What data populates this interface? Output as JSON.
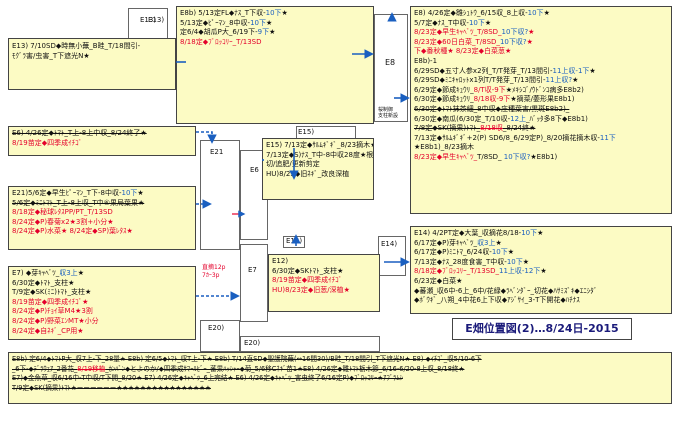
{
  "title": "E畑位置図(2)…8/24日-2015",
  "plot_labels": {
    "e13": "E13)",
    "e13b": "E13)",
    "e8": "E8",
    "e8_note": "桜制御\n支柱新設",
    "e15": "E15)",
    "e21": "E21",
    "e6": "E6",
    "e7": "E7",
    "e12": "E12)",
    "e14": "E14)",
    "e20": "E20)",
    "e20b": "E20)"
  },
  "side_tag": "直摘12p\n7ｶｰ3p",
  "boxes": {
    "e13_left": [
      [
        {
          "t": "E13) 7/10SD◆時無小蕪_B畦_T/18間引-"
        }
      ],
      [
        {
          "t": "ﾓｸﾞﾗ害/虫害_T下遮光N★"
        }
      ]
    ],
    "e8b_top": [
      [
        {
          "t": "E8b) 5/13定FL◆ﾅｽ_T下収-"
        },
        {
          "t": "10下",
          "c": "blue"
        },
        {
          "t": "★"
        }
      ],
      [
        {
          "t": "5/13定◆ﾋﾟｰﾏﾝ_8中収-"
        },
        {
          "t": "10下",
          "c": "blue"
        },
        {
          "t": "★"
        }
      ],
      [
        {
          "t": "定6/4◆胡瓜P大_6/19下-"
        },
        {
          "t": "9下",
          "c": "blue"
        },
        {
          "t": "★"
        }
      ],
      [
        {
          "t": "8/18定◆ﾌﾞﾛｯｺﾘｰ_T/13SD",
          "c": "red"
        }
      ]
    ],
    "e8_right": [
      [
        {
          "t": "E8) 4/26定◆雛ｼｭﾄｳ_6/15収_8上収-"
        },
        {
          "t": "10下",
          "c": "blue"
        },
        {
          "t": "★"
        }
      ],
      [
        {
          "t": "5/7定◆ﾅｽ_T中収-"
        },
        {
          "t": "10下",
          "c": "blue"
        },
        {
          "t": "★"
        }
      ],
      [
        {
          "t": "8/23定◆早生ｷｬﾍﾞﾂ_T/8SD_",
          "c": "red"
        },
        {
          "t": "10下収?",
          "c": "blue"
        },
        {
          "t": "★",
          "c": "red"
        }
      ],
      [
        {
          "t": "8/23定◆60日白菜_T/8SD_",
          "c": "red"
        },
        {
          "t": "10下収?",
          "c": "blue"
        },
        {
          "t": "★",
          "c": "red"
        }
      ],
      [
        {
          "t": "下◆番秋種★    8/23定◆白菜葱★",
          "c": "red"
        }
      ],
      [
        {
          "t": "E8b)-1"
        }
      ],
      [
        {
          "t": "6/29SD◆五寸人参x2列_T/T発芽_T/13間引-"
        },
        {
          "t": "11上収-1下",
          "c": "blue"
        },
        {
          "t": "★"
        }
      ],
      [
        {
          "t": "6/29SD◆ﾐﾆｷｬﾛｯﾄx1列T/T発芽_T/13間引-"
        },
        {
          "t": "11上収?",
          "c": "blue"
        },
        {
          "t": "★"
        }
      ],
      [
        {
          "t": "6/29定◆節成ｷｭｳﾘ_"
        },
        {
          "t": "8/T収-9下",
          "c": "red"
        },
        {
          "t": "★ﾒｷｼｺﾞ/ｳﾄﾞﾝｺ病多E8b2)"
        }
      ],
      [
        {
          "t": "6/30定◆節成ｷｭｳﾘ_"
        },
        {
          "t": "8/18収-9下",
          "c": "red"
        },
        {
          "t": "★摘菜/萎形果E8b1)"
        }
      ],
      [
        {
          "t": "6/30定◆ﾄﾏﾄ抹茶細_8中収◆庄種葉害/黒斑E8b2)_",
          "s": true
        }
      ],
      [
        {
          "t": "6/30定◆南瓜(6/30定_T/10収-"
        },
        {
          "t": "12上",
          "c": "blue"
        },
        {
          "t": "_ﾊﾞｯﾀ多8下◆E8b1)"
        }
      ],
      [
        {
          "t": "7/8定◆SK(摘果)ﾄﾏﾄ_",
          "s": true
        },
        {
          "t": "8/18収",
          "c": "red",
          "s": true
        },
        {
          "t": "_8/24終★",
          "s": true
        }
      ],
      [
        {
          "t": "7/13定◆ｻﾙﾑｷﾞｷﾞ+2(P) SD6/8_6/29定P)_8/20摘花摘木収-"
        },
        {
          "t": "11下",
          "c": "blue"
        }
      ],
      [
        {
          "t": "★E8b1)_8/23摘木"
        }
      ],
      [
        {
          "t": "8/23定◆早生ｷｬﾍﾞﾂ_",
          "c": "red"
        },
        {
          "t": "T/8SD_ "
        },
        {
          "t": "10下収?",
          "c": "blue"
        },
        {
          "t": "★E8b1)"
        }
      ]
    ],
    "e6_left": [
      [
        {
          "t": "E6) 4/26定◆ﾄﾏﾄ_T上-8上中収_8/24終了★",
          "s": true
        }
      ],
      [
        {
          "t": "8/19苗定◆四季成ｲﾁｺﾞ",
          "c": "red"
        }
      ]
    ],
    "e15_mid": [
      [
        {
          "t": "E15) 7/13定◆ｻﾙﾑｷﾞｷﾞ_8/23摘木★"
        }
      ],
      [
        {
          "t": "7/13定◆S)ﾅｽ_T中-8中収28度★根"
        }
      ],
      [
        {
          "t": "切/追肥/更新剪定"
        }
      ],
      [
        {
          "t": "HU)8/23◆旧ﾈｷﾞ_改良深植"
        }
      ]
    ],
    "e21_left": [
      [
        {
          "t": "E21)5/6定◆早生ﾋﾟｰﾏﾝ_T下-8中収-"
        },
        {
          "t": "10下",
          "c": "blue"
        },
        {
          "t": "★"
        }
      ],
      [
        {
          "t": "5/6定◆ﾐﾆﾄﾏﾄ_T上-8上収_T中⑥果局葉果★",
          "s": true
        }
      ],
      [
        {
          "t": "8/18定◆秘球ﾚﾀｽPP/PT_T/13SD",
          "c": "red"
        }
      ],
      [
        {
          "t": "8/24定◆P)春菊x2★3割+小分★",
          "c": "red"
        }
      ],
      [
        {
          "t": "8/24定◆P)水菜★  8/24定◆SP)葉ﾚﾀｽ★",
          "c": "red"
        }
      ]
    ],
    "e7_left": [
      [
        {
          "t": "E7) ◆芽ｷｬﾍﾞﾂ_"
        },
        {
          "t": "収3上",
          "c": "blue"
        },
        {
          "t": "★"
        }
      ],
      [
        {
          "t": "6/30定◆ﾄﾏﾄ_支柱★"
        }
      ],
      [
        {
          "t": "T/9定◆SK(ﾐﾆ)ﾄﾏﾄ_支柱★"
        }
      ],
      [
        {
          "t": "8/19苗定◆四季成ｲﾁｺﾞ★",
          "c": "red"
        }
      ],
      [
        {
          "t": "8/24定◆P)ﾁｮｲ草M4★3割",
          "c": "red"
        }
      ],
      [
        {
          "t": "8/24定◆P)野菜ｴﾝMT★小分",
          "c": "red"
        }
      ],
      [
        {
          "t": "8/24定◆自ﾈｷﾞ_CP用★",
          "c": "red"
        }
      ]
    ],
    "e12_mid": [
      [
        {
          "t": "E12)"
        }
      ],
      [
        {
          "t": "6/30定◆SKﾄﾏﾄ_支柱★"
        }
      ],
      [
        {
          "t": "8/19苗定◆四季成ｲﾁｺﾞ",
          "c": "red"
        }
      ],
      [
        {
          "t": "HU)8/23定◆旧葱/深植★",
          "c": "red"
        }
      ]
    ],
    "e14_right": [
      [
        {
          "t": "E14) 4/2PT定◆大葉_収摘花8/18-"
        },
        {
          "t": "10下",
          "c": "blue"
        },
        {
          "t": "★"
        }
      ],
      [
        {
          "t": "6/17定◆P)芽ｷｬﾍﾞﾂ_"
        },
        {
          "t": "収3上",
          "c": "blue"
        },
        {
          "t": "★"
        }
      ],
      [
        {
          "t": "6/17定◆P)ﾐﾆﾄﾏ_6/24収-"
        },
        {
          "t": "10下",
          "c": "blue"
        },
        {
          "t": "★"
        }
      ],
      [
        {
          "t": "7/13定◆ﾅｽ_28度食害_T中収-"
        },
        {
          "t": "10下",
          "c": "blue"
        },
        {
          "t": "★"
        }
      ],
      [
        {
          "t": "8/18定◆ﾌﾞﾛｯｺﾘｰ_T/13SD_",
          "c": "red"
        },
        {
          "t": "11上収-12下",
          "c": "blue"
        },
        {
          "t": "★"
        }
      ],
      [
        {
          "t": "6/23定◆白菜★"
        }
      ],
      [
        {
          "t": "◆蕃瀬_収6中-6上_6中/花緑◆ﾗﾍﾞﾝﾀﾞｰ_切花◆ﾊｻﾐｽﾞｷ◆ｴﾆｼﾀﾞ"
        }
      ],
      [
        {
          "t": "◆ﾎﾞｳｷﾞ_八朔_4中花6上下収◆ｱｼﾞｻｲ_3-T下開花◆ﾊﾁﾅｽ"
        }
      ]
    ],
    "bottom": [
      [
        {
          "t": "E8b) 定6/4◆ﾄﾏﾄP大_収7上-下_28量★ ",
          "s": true
        },
        {
          "t": "  E8b) 定6/5◆ﾄﾏﾄ_収T上-下★",
          "s": true
        },
        {
          "t": "  E8b) T/14直SD◆聖護院蕪(↔16間30)/B畦_T/18間引_T下遮光N★  E8) ◆ｲﾁｺﾞ_収5/10-6下",
          "s": true
        }
      ],
      [
        {
          "t": "_6下-◆ﾃﾞﾗｳｪｱ_2番花_",
          "s": true
        },
        {
          "t": "8/19移植",
          "c": "red",
          "s": true
        },
        {
          "t": "_ｶﾝﾊﾞﾝ◆とよのか/◆四季成ｻﾏｰﾙﾋﾞｰ_蕃果ﾊｯｼｬｰ◆菊_5/6移Cﾈｷﾞ苗1★E8) 4/26定◆雛ﾄﾏﾄ栃木節_6/16-6/20-8上収_8/18終★",
          "s": true
        }
      ],
      [
        {
          "t": "E7)◆金魚草_収6/16中-T中収/T下開_8/20★",
          "s": true
        },
        {
          "t": "  E7) 4/26定◆ｷｬﾍﾞﾂ_6上完結★",
          "s": true
        },
        {
          "t": "  E6) 4/26定◆ｷｬﾍﾞﾂ_害虫終了6/16定P)◆ﾌﾞﾛｯｺﾘｰ★ｱﾌﾞﾗﾑｼ",
          "s": true
        }
      ],
      [
        {
          "t": "T/9定◆SK(摘果)ﾄﾏﾄ★ーーーーーー★★★★★★★★★★★★★★★★",
          "s": true
        }
      ]
    ]
  },
  "colors": {
    "note_bg": "#fcfbc4",
    "red": "#e4002b",
    "blue": "#1a5fc0",
    "arrow": "#1a5fc0"
  }
}
